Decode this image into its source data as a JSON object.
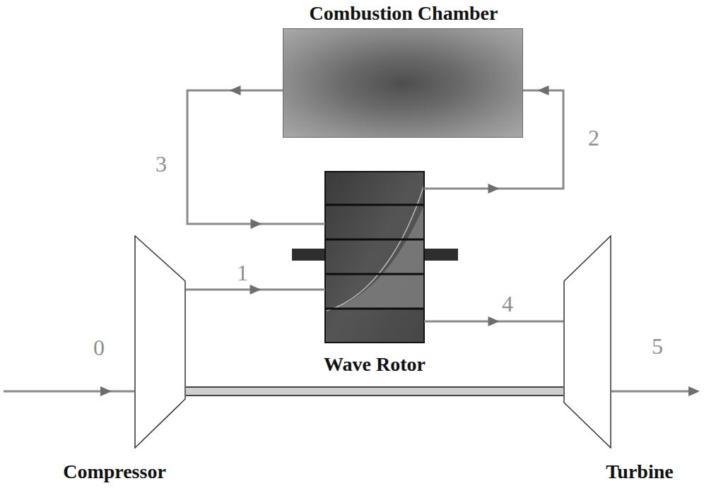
{
  "diagram": {
    "nodes": [
      {
        "text": [
          "Combustion Chamber"
        ]
      },
      {
        "text": [
          "Wave Rotor"
        ]
      },
      {
        "text": [
          "Compressor"
        ]
      },
      {
        "text": [
          "Turbine"
        ]
      }
    ],
    "edges": [
      {
        "from": 2,
        "to": 1,
        "label": "1",
        "arrow": "to"
      },
      {
        "from": 1,
        "to": 0,
        "label": "2",
        "arrow": "to"
      },
      {
        "from": 0,
        "to": 1,
        "label": "3",
        "arrow": "to"
      },
      {
        "from": 1,
        "to": 3,
        "label": "4",
        "arrow": "to"
      },
      {
        "from": 2,
        "to": 3,
        "arrow": "none"
      }
    ],
    "labels": [
      "0",
      "5"
    ]
  }
}
